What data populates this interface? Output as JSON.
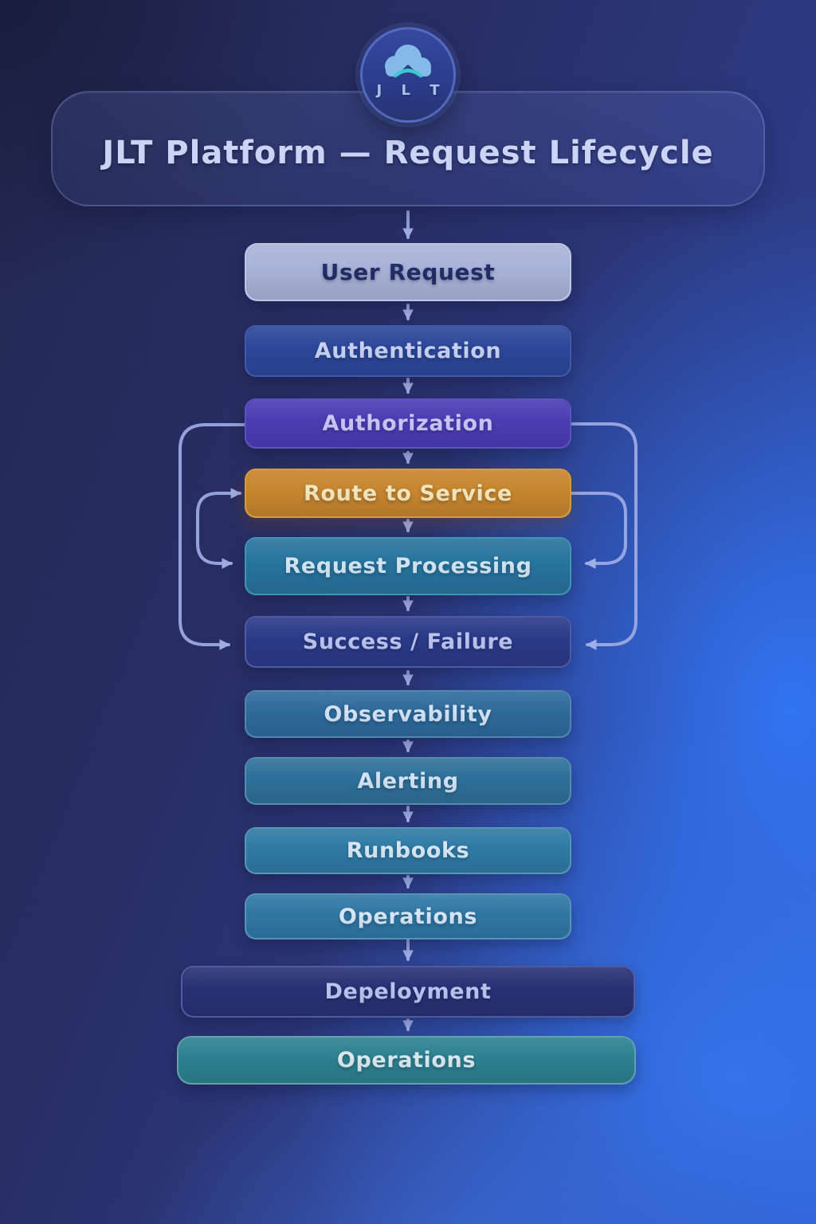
{
  "logo": {
    "icon": "cloud-icon",
    "text": "J L T"
  },
  "header": {
    "title": "JLT Platform — Request Lifecycle"
  },
  "nodes": [
    {
      "id": "user-request",
      "label": "User Request",
      "bg": "#a9b2d8",
      "fg": "#232c66",
      "border": "#c9d0ea99"
    },
    {
      "id": "authentication",
      "label": "Authentication",
      "bg": "#2c4799",
      "fg": "#c6d0f2",
      "border": "#6478c266"
    },
    {
      "id": "authorization",
      "label": "Authorization",
      "bg": "#4a3db4",
      "fg": "#c9c6f6",
      "border": "#8478d859"
    },
    {
      "id": "route-to-service",
      "label": "Route to Service",
      "bg": "#c5862e",
      "fg": "#f6e6bd",
      "border": "#e8b35e73"
    },
    {
      "id": "request-processing",
      "label": "Request Processing",
      "bg": "#27749c",
      "fg": "#d2e4f2",
      "border": "#5db3d280"
    },
    {
      "id": "success-failure",
      "label": "Success / Failure",
      "bg": "#2b3a88",
      "fg": "#b9c3ee",
      "border": "#8c9ade59"
    },
    {
      "id": "observability",
      "label": "Observability",
      "bg": "#2d6b9b",
      "fg": "#d2e2f4",
      "border": "#ffffff30"
    },
    {
      "id": "alerting",
      "label": "Alerting",
      "bg": "#2e7099",
      "fg": "#d2e2f4",
      "border": "#ffffff30"
    },
    {
      "id": "runbooks",
      "label": "Runbooks",
      "bg": "#2f7ba4",
      "fg": "#d6e6f4",
      "border": "#ffffff33"
    },
    {
      "id": "operations",
      "label": "Operations",
      "bg": "#2f78a4",
      "fg": "#d6e6f4",
      "border": "#ffffff33"
    },
    {
      "id": "depeloyment",
      "label": "Depeloyment",
      "bg": "#283175",
      "fg": "#b9c3ee",
      "border": "#8c9ade66"
    },
    {
      "id": "operations-final",
      "label": "Operations",
      "bg": "#2d8191",
      "fg": "#d9e8ec",
      "border": "#ffffff42"
    }
  ],
  "edges": [
    "User Request → Authentication",
    "Authentication → Authorization",
    "Authorization → Route to Service",
    "Route to Service → Request Processing",
    "Request Processing → Success / Failure",
    "Success / Failure → Observability",
    "Observability → Alerting",
    "Alerting → Runbooks",
    "Runbooks → Operations",
    "Operations → Depeloyment",
    "Depeloyment → Operations",
    "Authorization → Success / Failure (left bypass curve)",
    "Authorization → Success / Failure (right bypass curve)",
    "Route to Service → Request Processing (right side curve)",
    "Route to Service ↔ Request Processing (left side loop, arrowheads both ends)"
  ],
  "colors": {
    "background_dark": "#262c64",
    "background_glow": "#2f74f4",
    "arrow": "#9fabe6",
    "header_text": "#ccd4f6",
    "logo_cloud": "#84b9e8",
    "logo_wave": "#3ec9cf",
    "logo_text": "#a9c2ec"
  }
}
